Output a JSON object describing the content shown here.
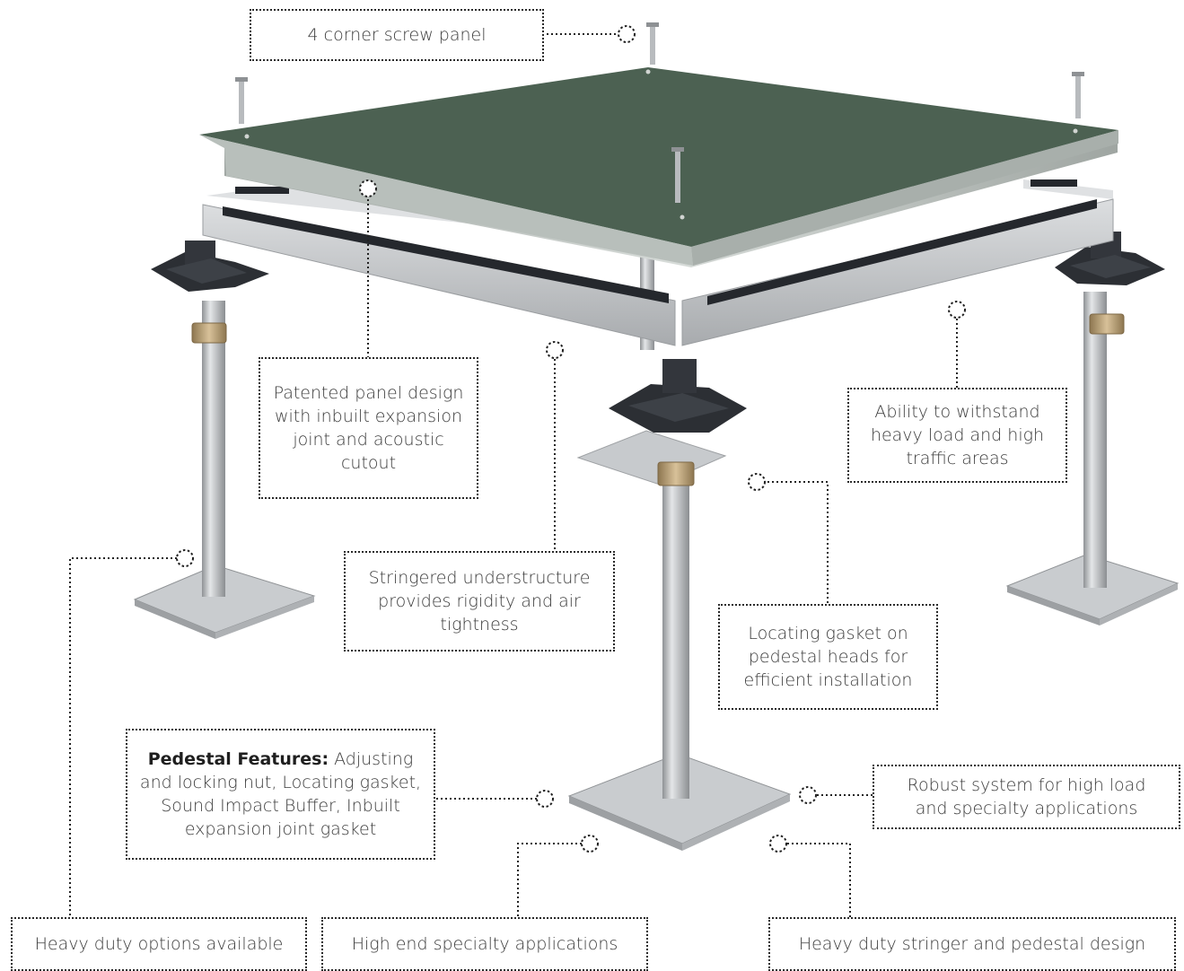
{
  "callouts": {
    "screw_panel": "4 corner screw panel",
    "patented_panel": "Patented panel design with inbuilt expansion joint and acoustic cutout",
    "stringered": "Stringered understructure provides rigidity and air tightness",
    "heavy_load": "Ability to withstand heavy load and high traffic areas",
    "locating_gasket": "Locating gasket on pedestal heads for efficient installation",
    "pedestal_features_title": "Pedestal Features:",
    "pedestal_features_text": "Adjusting and locking nut, Locating gasket, Sound Impact Buffer, Inbuilt expansion joint gasket",
    "robust_system": "Robust system for high load and specialty applications",
    "heavy_duty_options": "Heavy duty options available",
    "high_end": "High end specialty applications",
    "heavy_duty_design": "Heavy duty stringer and pedestal design"
  },
  "colors": {
    "panel_top": "#4c6152",
    "stringer": "#c6c8ca",
    "gasket": "#2b2e33",
    "pedestal": "#b9bcbf",
    "nut": "#b59d74",
    "leader": "#222222"
  }
}
